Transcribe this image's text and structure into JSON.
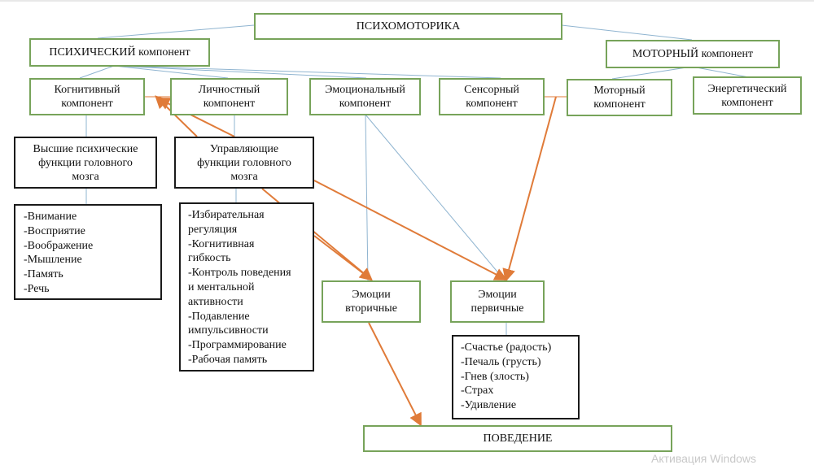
{
  "diagram": {
    "root": "ПСИХОМОТОРИКА",
    "psychic": "ПСИХИЧЕСКИЙ компонент",
    "motor": "МОТОРНЫЙ компонент",
    "components": {
      "cognitive": "Когнитивный компонент",
      "personal": "Личностный компонент",
      "emotional": "Эмоциональный компонент",
      "sensory": "Сенсорный компонент",
      "motor_sub": "Моторный компонент",
      "energy": "Энергетический компонент"
    },
    "higher_functions": "Высшие психические функции головного мозга",
    "executive_functions": "Управляющие функции головного мозга",
    "higher_list": [
      "-Внимание",
      "-Восприятие",
      "-Воображение",
      "-Мышление",
      "-Память",
      "-Речь"
    ],
    "executive_list": [
      "-Избирательная",
      "регуляция",
      "-Когнитивная",
      "гибкость",
      "-Контроль поведения",
      "и ментальной",
      "активности",
      "-Подавление",
      "импульсивности",
      "-Программирование",
      "-Рабочая память"
    ],
    "secondary_emotions": "Эмоции вторичные",
    "primary_emotions": "Эмоции первичные",
    "primary_list": [
      "-Счастье (радость)",
      "-Печаль (грусть)",
      "-Гнев (злость)",
      "-Страх",
      "-Удивление"
    ],
    "behavior": "ПОВЕДЕНИЕ"
  },
  "colors": {
    "box_border": "#77a35a",
    "tree_line": "#8fb4d0",
    "arrow": "#e07b39",
    "dark_border": "#1a1a1a"
  },
  "watermark": "Активация Windows"
}
